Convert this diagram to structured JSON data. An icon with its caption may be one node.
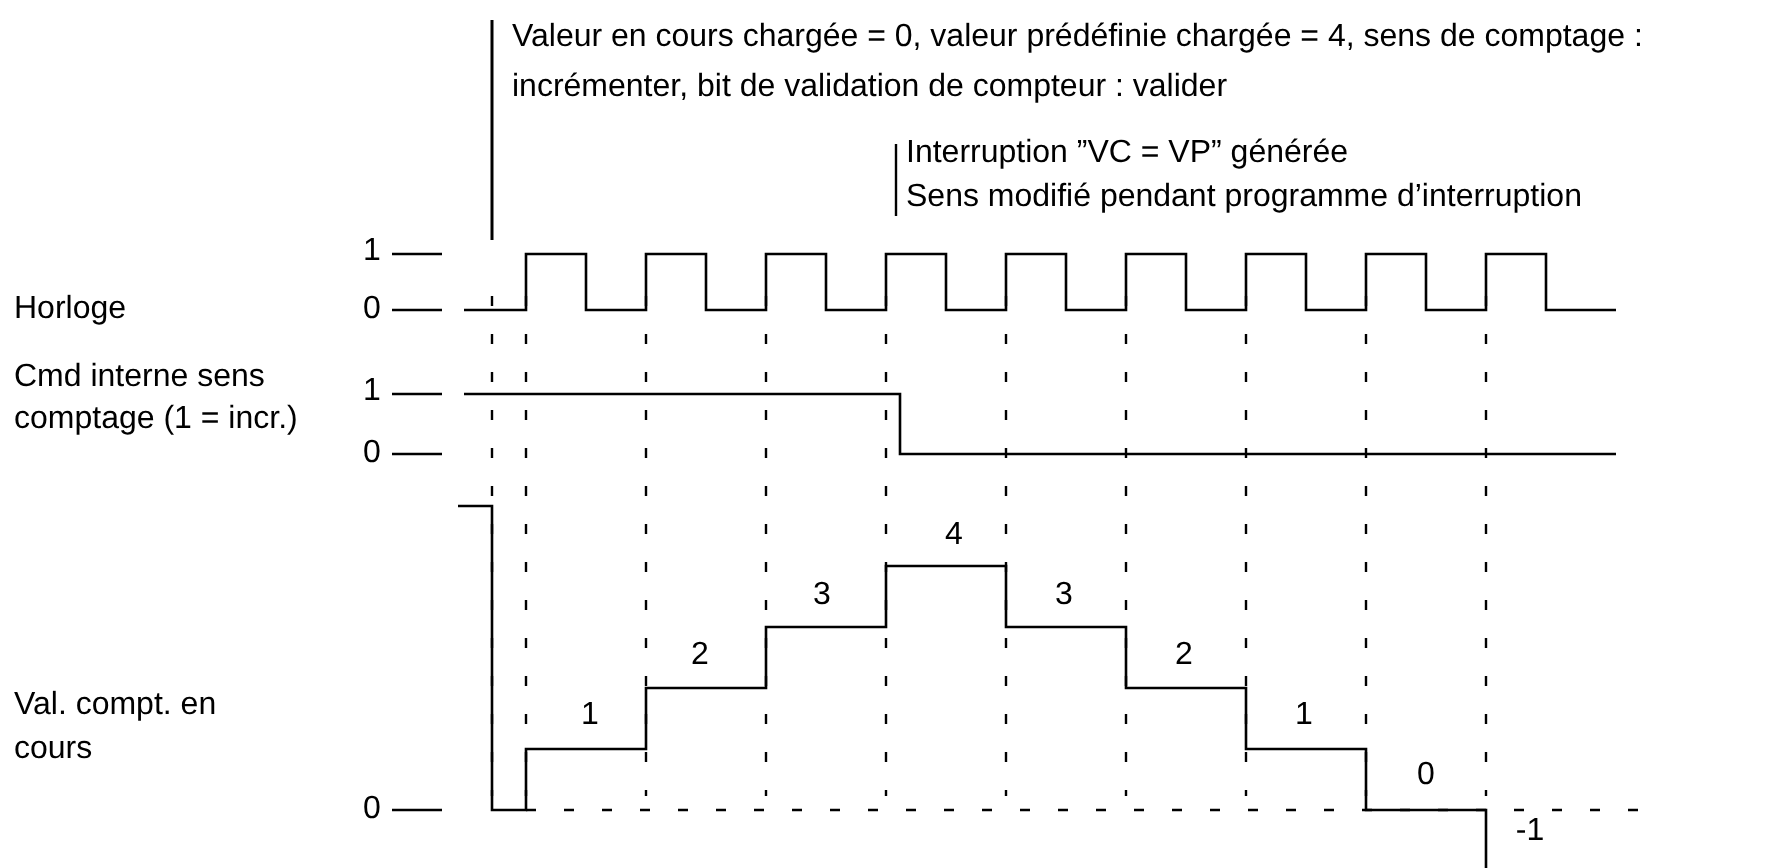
{
  "diagram": {
    "labels": [
      "Valeur en cours chargée = 0, valeur prédéfinie chargée = 4, sens de comptage : incrémenter, bit de validation de compteur : valider",
      "Interruption ”VC = VP” générée",
      "Sens modifié pendant programme d’interruption",
      "1",
      "Horloge",
      "0",
      "1",
      "Cmd interne sens comptage (1 = incr.)",
      "0",
      "4",
      "3",
      "3",
      "2",
      "2",
      "Val. compt. en cours",
      "1",
      "1",
      "0",
      "0",
      "-1"
    ]
  }
}
